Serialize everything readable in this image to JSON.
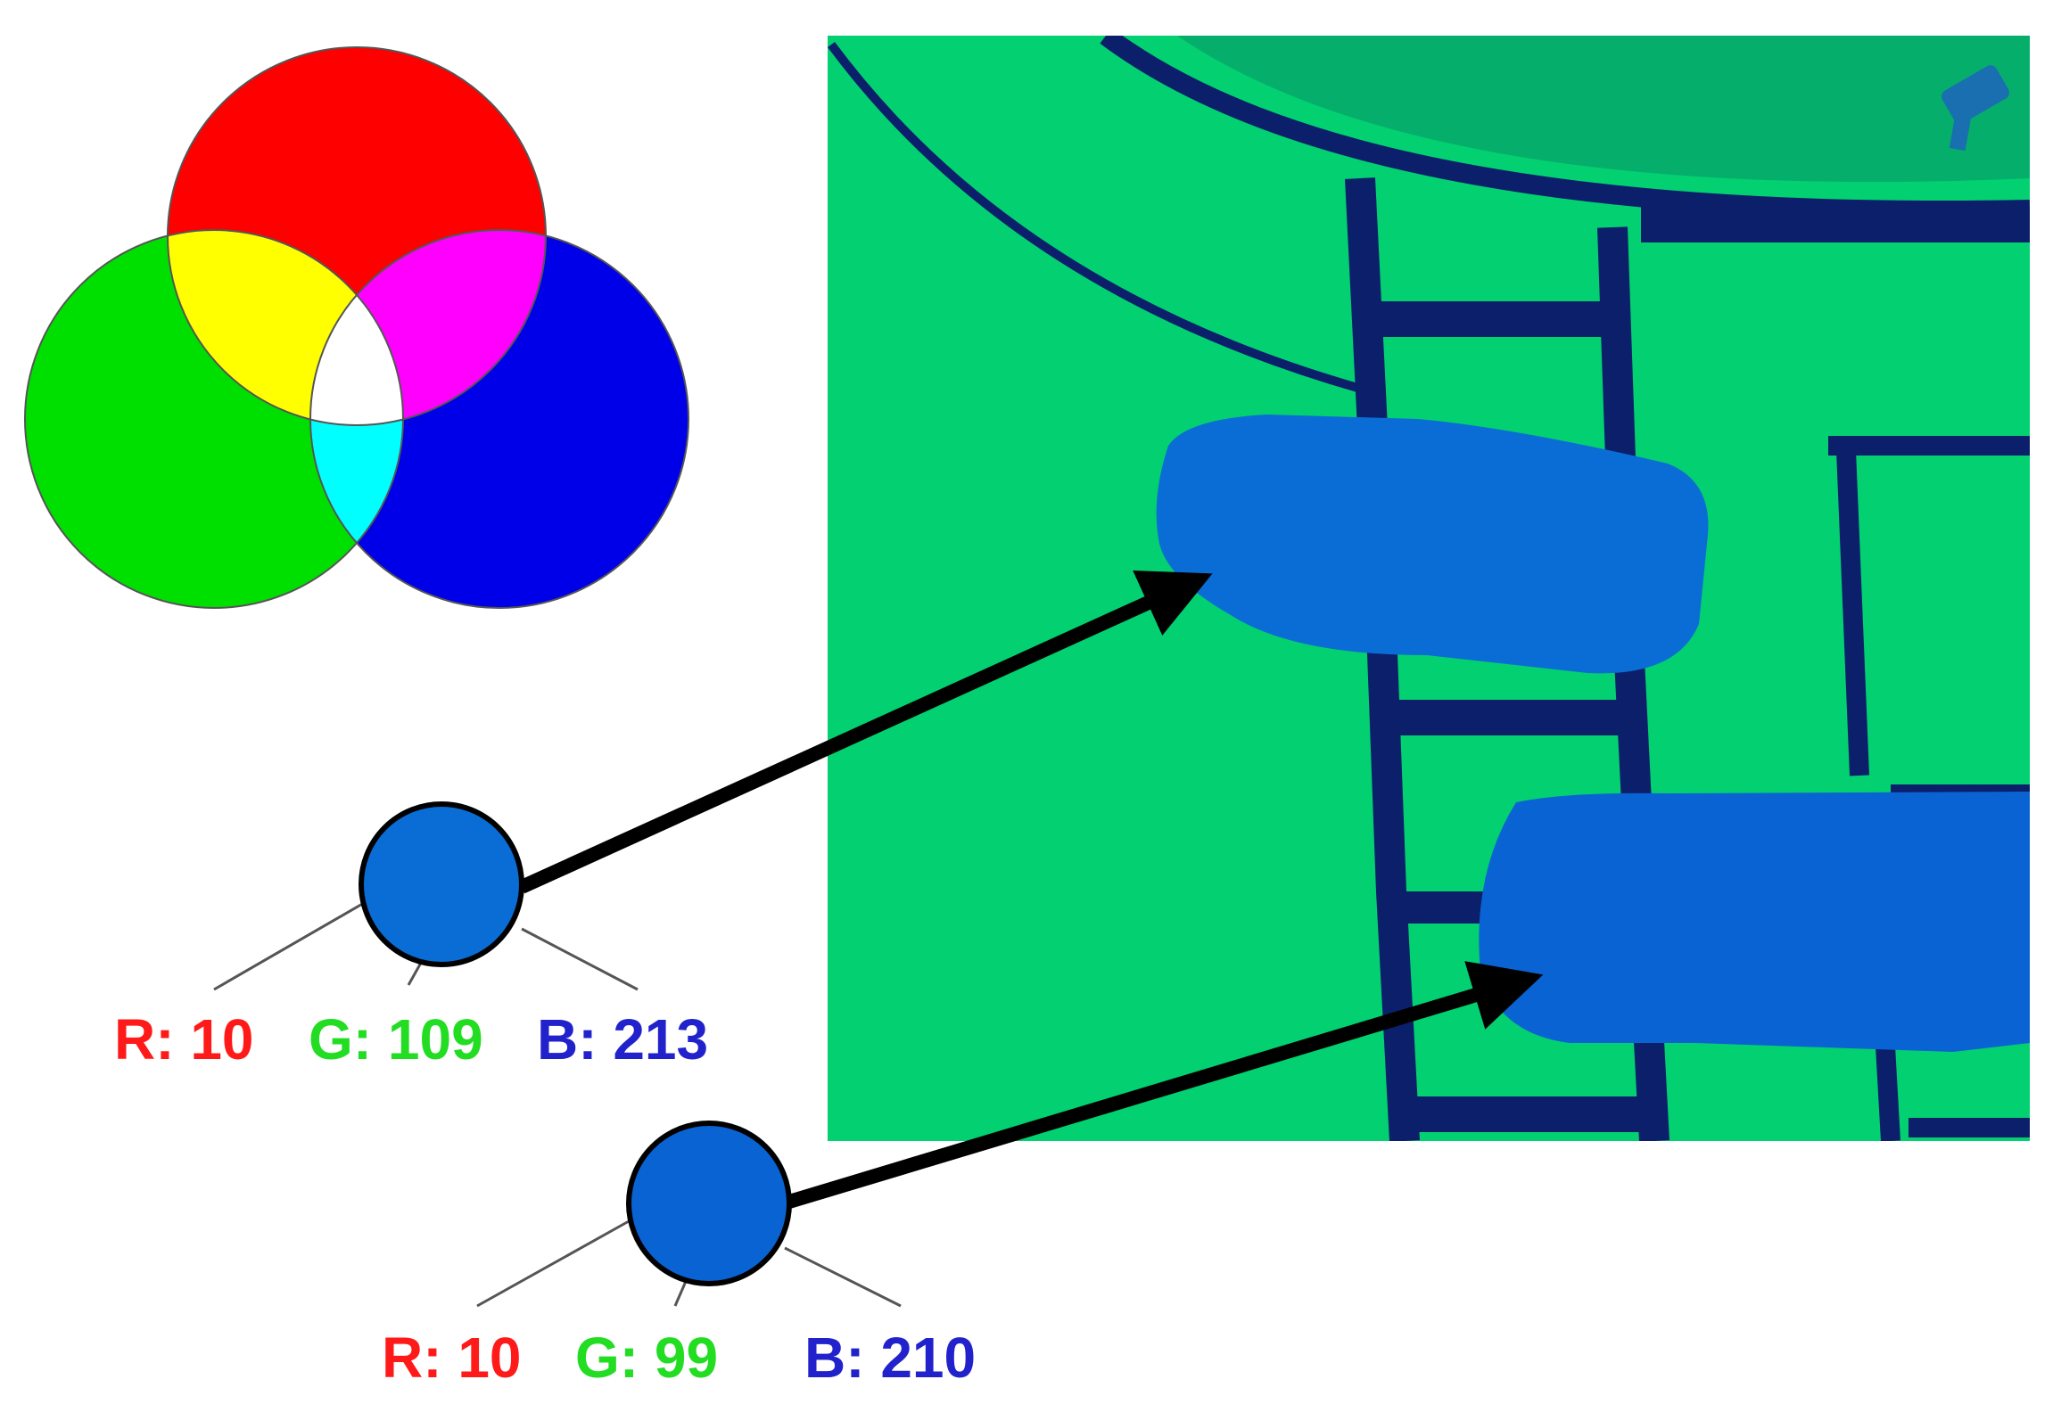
{
  "colors": {
    "red": "#ff0000",
    "green": "#00e000",
    "blue": "#0000e8",
    "yellow": "#ffff00",
    "magenta": "#ff00ff",
    "cyan": "#00ffff",
    "white": "#ffffff",
    "field_green": "#03d070",
    "field_green_dark": "#06a86a",
    "line_navy": "#0b1f6b",
    "blob_blue": "#0a6dd5",
    "blob_blue_2": "#0a63d2",
    "arrow": "#000000",
    "label_r": "#ff1a1a",
    "label_g": "#22dd22",
    "label_b": "#2222cc"
  },
  "samples": [
    {
      "r_label": "R: 10",
      "g_label": "G: 109",
      "b_label": "B: 213",
      "r": 10,
      "g": 109,
      "b": 213
    },
    {
      "r_label": "R: 10",
      "g_label": "G: 99",
      "b_label": "B: 210",
      "r": 10,
      "g": 99,
      "b": 210
    }
  ],
  "icons": {
    "venn": "rgb-additive-venn-icon",
    "corner": "pen-icon"
  }
}
